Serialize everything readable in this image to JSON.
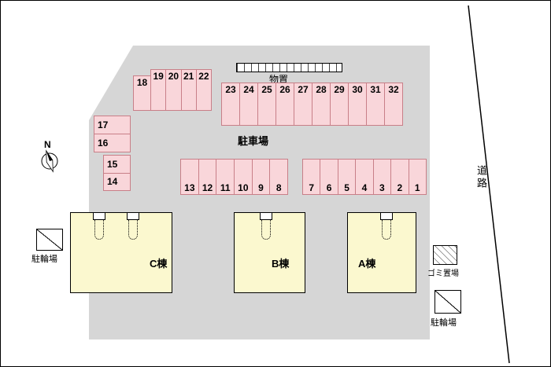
{
  "labels": {
    "north": "N",
    "storage": "物置",
    "parking_lot": "駐車場",
    "road": "道路",
    "bicycle_left": "駐輪場",
    "garbage": "ゴミ置場",
    "bicycle_right": "駐輪場"
  },
  "buildings": [
    {
      "label": "C棟"
    },
    {
      "label": "B棟"
    },
    {
      "label": "A棟"
    }
  ],
  "parking": {
    "group_18": [
      "18"
    ],
    "group_19_22": [
      "19",
      "20",
      "21",
      "22"
    ],
    "group_23_32": [
      "23",
      "24",
      "25",
      "26",
      "27",
      "28",
      "29",
      "30",
      "31",
      "32"
    ],
    "group_17_16": [
      "17",
      "16"
    ],
    "group_15_14": [
      "15",
      "14"
    ],
    "group_13_8": [
      "13",
      "12",
      "11",
      "10",
      "9",
      "8"
    ],
    "group_7_1": [
      "7",
      "6",
      "5",
      "4",
      "3",
      "2",
      "1"
    ]
  },
  "colors": {
    "site_fill": "#d6d6d6",
    "stall_fill": "#f9d6da",
    "stall_border": "#c87f88",
    "building_fill": "#fbf8cf"
  }
}
